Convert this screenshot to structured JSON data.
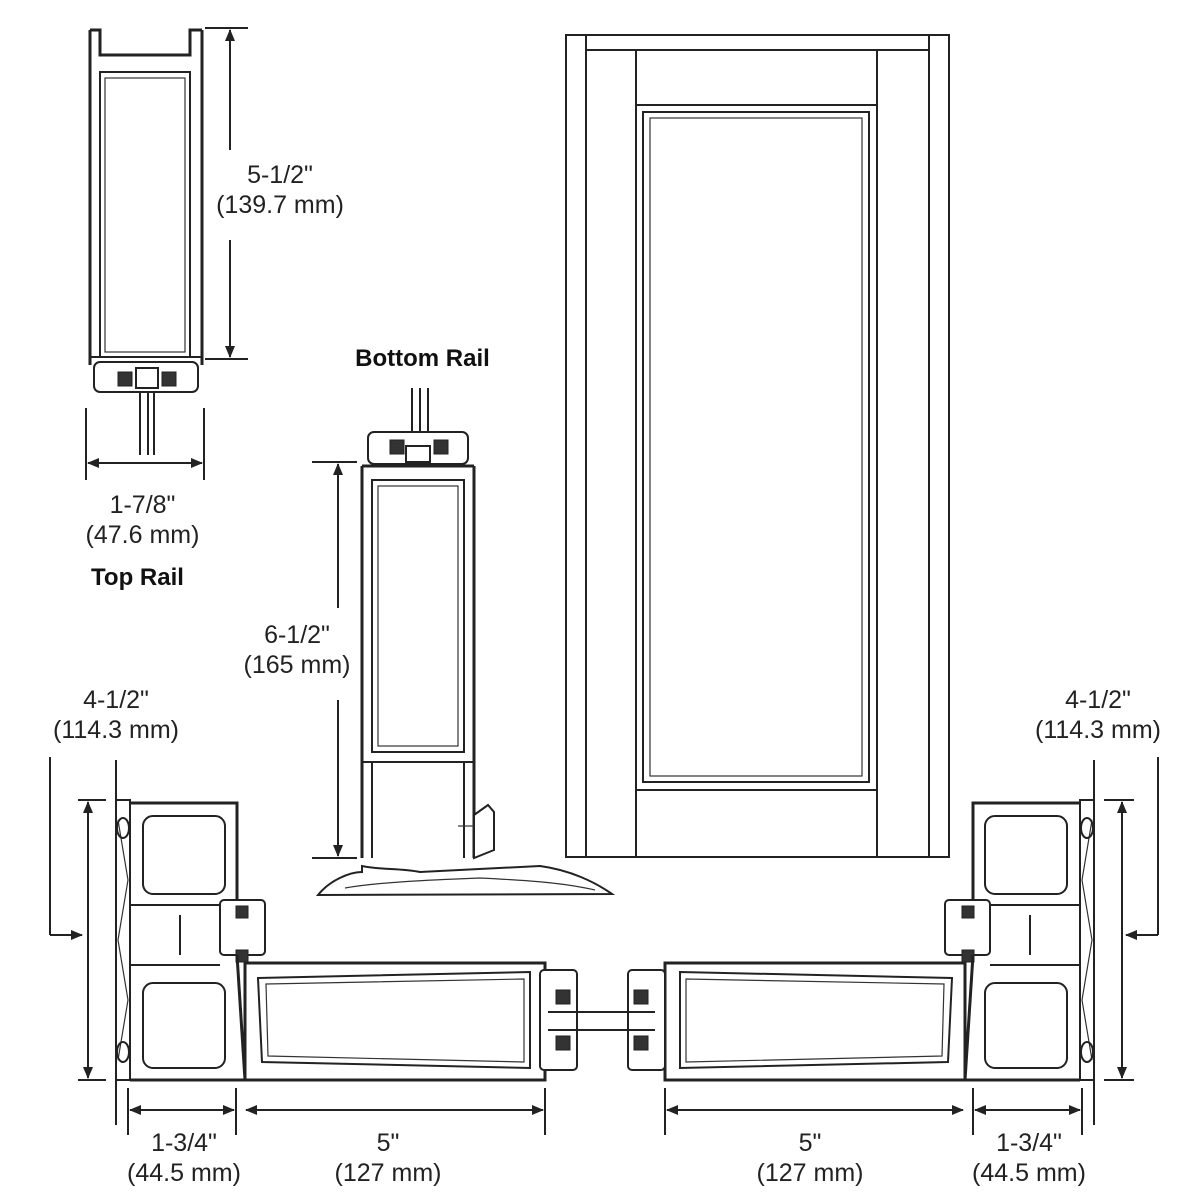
{
  "labels": {
    "top_rail_title": "Top Rail",
    "top_rail_height_in": "5-1/2\"",
    "top_rail_height_mm": "(139.7 mm)",
    "top_rail_width_in": "1-7/8\"",
    "top_rail_width_mm": "(47.6 mm)",
    "bottom_rail_title": "Bottom Rail",
    "bottom_rail_height_in": "6-1/2\"",
    "bottom_rail_height_mm": "(165 mm)",
    "left_jamb_height_in": "4-1/2\"",
    "left_jamb_height_mm": "(114.3 mm)",
    "right_jamb_height_in": "4-1/2\"",
    "right_jamb_height_mm": "(114.3 mm)",
    "left_jamb_width_in": "1-3/4\"",
    "left_jamb_width_mm": "(44.5 mm)",
    "left_stile_width_in": "5\"",
    "left_stile_width_mm": "(127 mm)",
    "right_stile_width_in": "5\"",
    "right_stile_width_mm": "(127 mm)",
    "right_jamb_width_in": "1-3/4\"",
    "right_jamb_width_mm": "(44.5 mm)"
  },
  "colors": {
    "line": "#222222",
    "background": "#ffffff"
  },
  "icons": {
    "arrowhead": "arrow-icon"
  }
}
